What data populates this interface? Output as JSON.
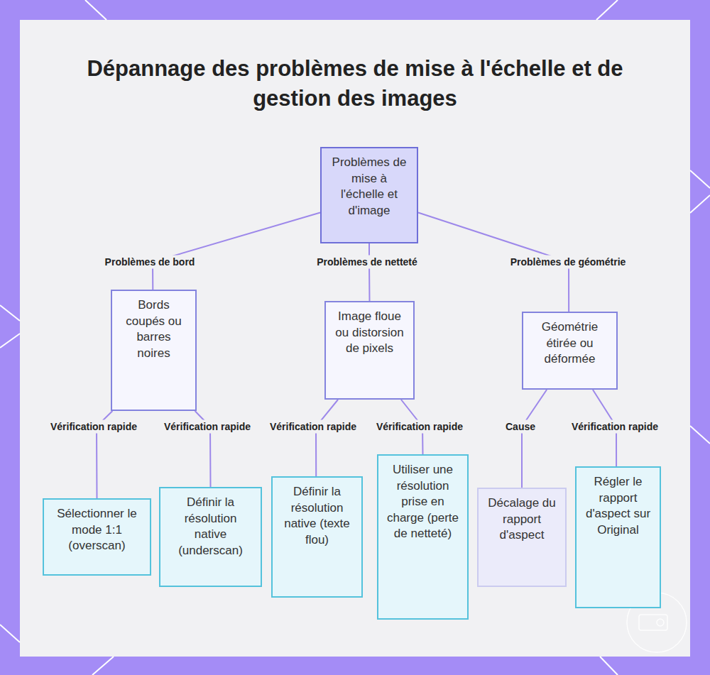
{
  "diagram": {
    "title": "Dépannage des problèmes de mise à l'échelle et de gestion des images",
    "nodes": [
      {
        "text": [
          "Problèmes de mise à l'échelle et d'image"
        ]
      },
      {
        "text": [
          "Bords coupés ou barres noires"
        ]
      },
      {
        "text": [
          "Image floue ou distorsion de pixels"
        ]
      },
      {
        "text": [
          "Géométrie étirée ou déformée"
        ]
      },
      {
        "text": [
          "Sélectionner le mode 1:1 (overscan)"
        ]
      },
      {
        "text": [
          "Définir la résolution native (underscan)"
        ]
      },
      {
        "text": [
          "Définir la résolution native (texte flou)"
        ]
      },
      {
        "text": [
          "Utiliser une résolution prise en charge (perte de netteté)"
        ]
      },
      {
        "text": [
          "Décalage du rapport d'aspect"
        ]
      },
      {
        "text": [
          "Régler le rapport d'aspect sur Original"
        ]
      }
    ],
    "edges": [
      {
        "from": 0,
        "to": 1,
        "label": "Problèmes de bord",
        "arrow": "none"
      },
      {
        "from": 0,
        "to": 2,
        "label": "Problèmes de netteté",
        "arrow": "none"
      },
      {
        "from": 0,
        "to": 3,
        "label": "Problèmes de géométrie",
        "arrow": "none"
      },
      {
        "from": 1,
        "to": 4,
        "label": "Vérification rapide",
        "arrow": "none"
      },
      {
        "from": 1,
        "to": 5,
        "label": "Vérification rapide",
        "arrow": "none"
      },
      {
        "from": 2,
        "to": 6,
        "label": "Vérification rapide",
        "arrow": "none"
      },
      {
        "from": 2,
        "to": 7,
        "label": "Vérification rapide",
        "arrow": "none"
      },
      {
        "from": 3,
        "to": 8,
        "label": "Cause",
        "arrow": "none"
      },
      {
        "from": 3,
        "to": 9,
        "label": "Vérification rapide",
        "arrow": "none"
      }
    ]
  }
}
